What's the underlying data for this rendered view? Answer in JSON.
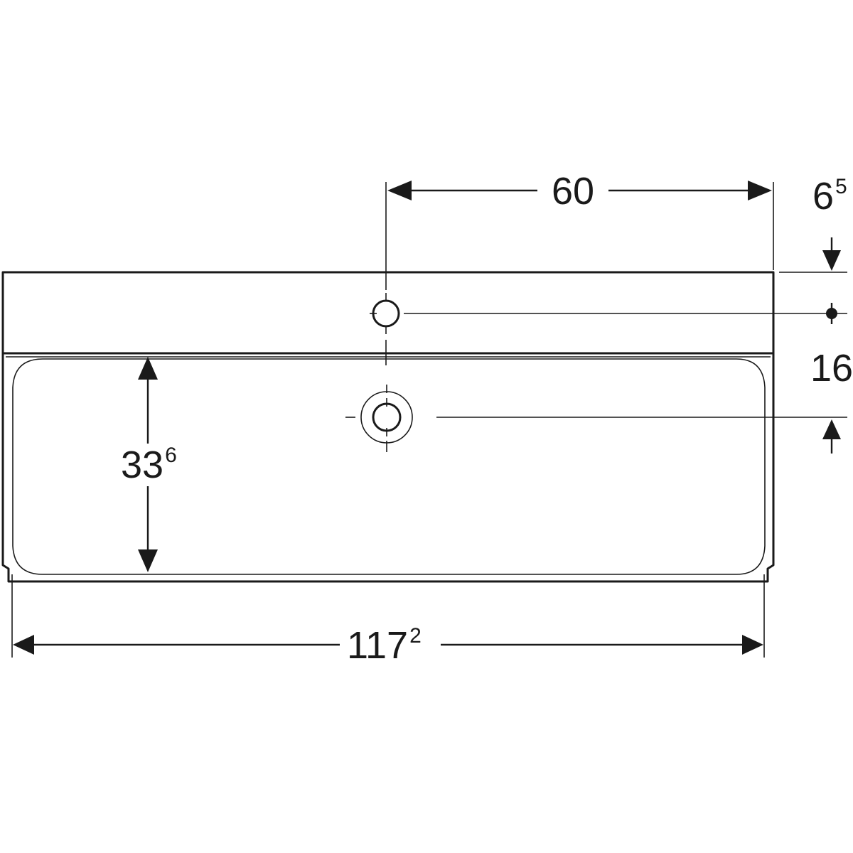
{
  "dimensions": {
    "tap_hole_to_edge": {
      "main": "60",
      "sup": ""
    },
    "edge_to_tap_hole": {
      "main": "6",
      "sup": "5"
    },
    "tap_hole_to_drain": {
      "main": "16",
      "sup": ""
    },
    "bowl_depth": {
      "main": "33",
      "sup": "6"
    },
    "overall_width": {
      "main": "117",
      "sup": "2"
    }
  },
  "colors": {
    "line": "#1a1a1a",
    "background": "#ffffff"
  }
}
